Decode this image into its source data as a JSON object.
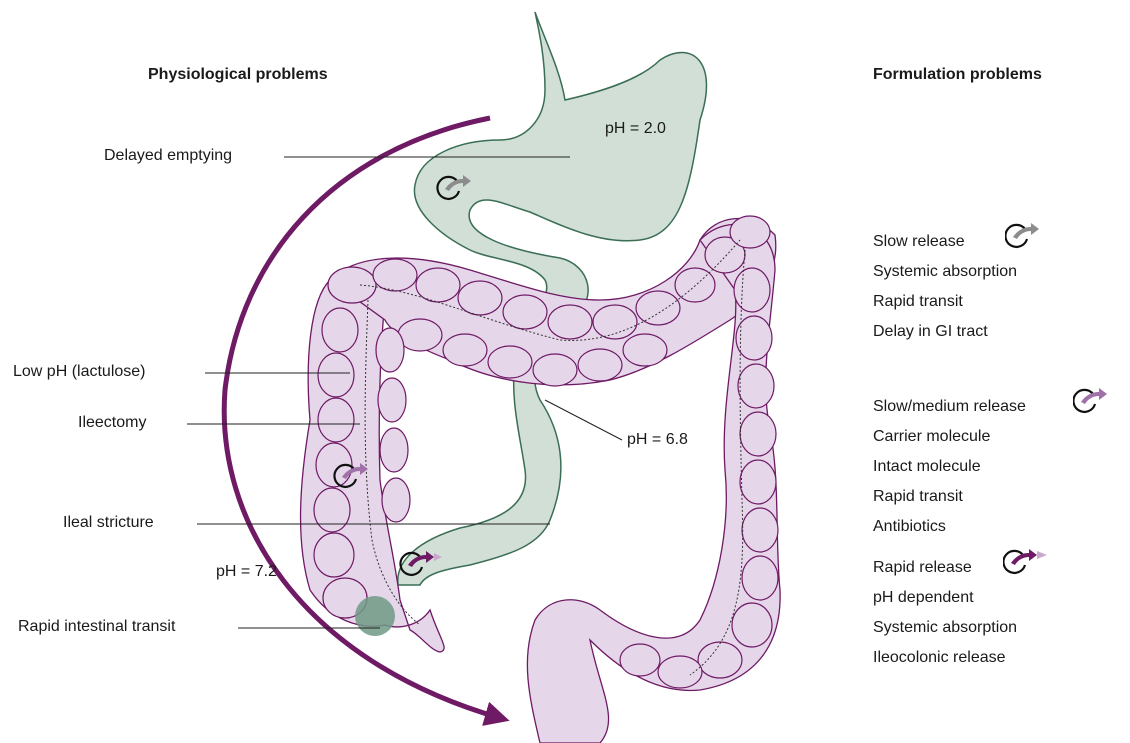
{
  "headers": {
    "left": "Physiological problems",
    "right": "Formulation problems"
  },
  "physiological_problems": [
    "Delayed emptying",
    "Low pH (lactulose)",
    "Ileectomy",
    "Ileal stricture",
    "Rapid intestinal transit"
  ],
  "ph_labels": {
    "stomach": "pH = 2.0",
    "small_intestine": "pH = 6.8",
    "colon": "pH = 7.2"
  },
  "formulation_groups": [
    {
      "items": [
        "Slow release",
        "Systemic absorption",
        "Rapid transit",
        "Delay in GI tract"
      ],
      "icon": "slow-release-icon",
      "color": "#8c8c8c"
    },
    {
      "items": [
        "Slow/medium release",
        "Carrier molecule",
        "Intact molecule",
        "Rapid transit",
        "Antibiotics"
      ],
      "icon": "medium-release-icon",
      "color": "#a070a8"
    },
    {
      "items": [
        "Rapid release",
        "pH dependent",
        "Systemic absorption",
        "Ileocolonic release"
      ],
      "icon": "rapid-release-icon",
      "color": "#6e1a64"
    }
  ],
  "colors": {
    "stomach_fill": "#d2dfd6",
    "stomach_stroke": "#3a6e55",
    "colon_fill": "#e6d6ea",
    "colon_stroke": "#6e1a64",
    "arrow": "#6e1a64",
    "lesion": "#6f9a85"
  }
}
